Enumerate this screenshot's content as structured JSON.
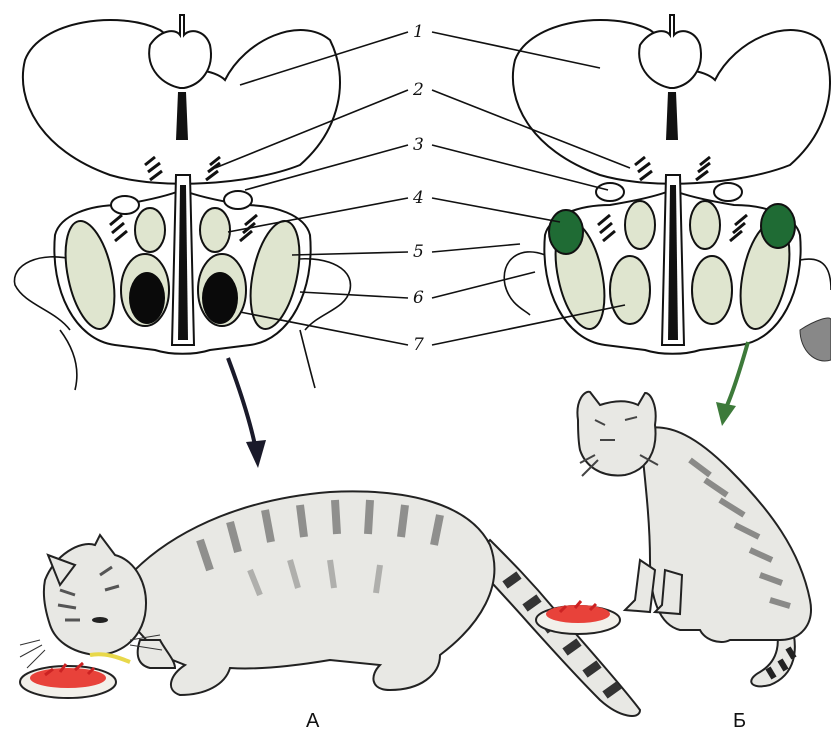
{
  "labels": [
    "1",
    "2",
    "3",
    "4",
    "5",
    "6",
    "7"
  ],
  "panels": {
    "a": "А",
    "b": "Б"
  },
  "colors": {
    "nucleus_fill": "#dfe5cf",
    "lesion_black": "#0a0a0a",
    "lesion_green": "#1f6b34",
    "arrow_a": "#1a1a2a",
    "arrow_b": "#3d7a3a",
    "cat_fur": "#e8e8e4",
    "cat_stripe": "#7a7a78",
    "food": "#e8423a",
    "bowl": "#f2f0ea"
  }
}
